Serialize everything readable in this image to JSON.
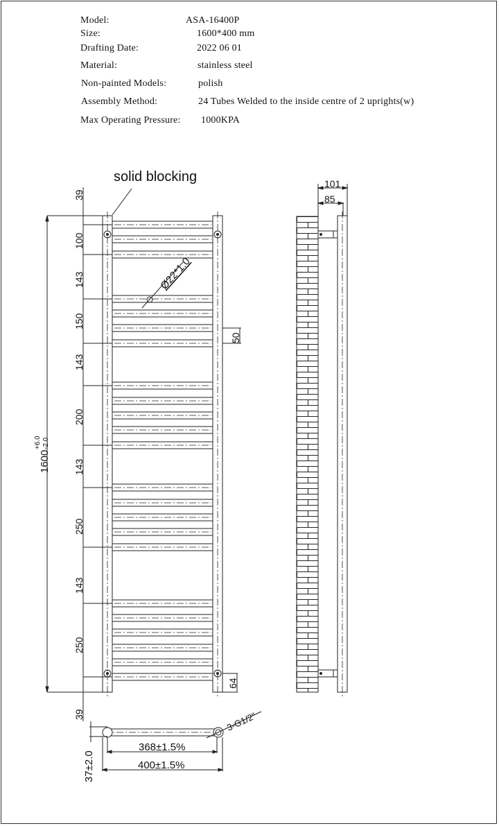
{
  "specs": {
    "model_label": "Model:",
    "model_value": "ASA-16400P",
    "size_label": "Size:",
    "size_value": "1600*400 mm",
    "date_label": "Drafting Date:",
    "date_value": "2022 06 01",
    "material_label": "Material:",
    "material_value": "stainless steel",
    "finish_label": "Non-painted Models:",
    "finish_value": "polish",
    "assembly_label": "Assembly Method:",
    "assembly_value": "24 Tubes Welded to the inside centre of 2 uprights(w)",
    "pressure_label": "Max Operating Pressure:",
    "pressure_value": "1000KPA"
  },
  "front_view": {
    "callout": "solid blocking",
    "tube_spec": "Ø22*1.0",
    "overall_height": "1600",
    "height_tol_upper": "+6.0",
    "height_tol_lower": "-2.0",
    "segments": [
      "39",
      "100",
      "143",
      "150",
      "143",
      "200",
      "143",
      "250",
      "143",
      "250",
      "39"
    ],
    "right_dim_50": "50",
    "right_dim_64": "64"
  },
  "side_view": {
    "depth_outer": "101",
    "depth_inner": "85"
  },
  "bottom_view": {
    "inlet_spec": "3-G1/2\"",
    "centres": "368±1.5%",
    "width": "400±1.5%",
    "offset": "37±2.0"
  }
}
